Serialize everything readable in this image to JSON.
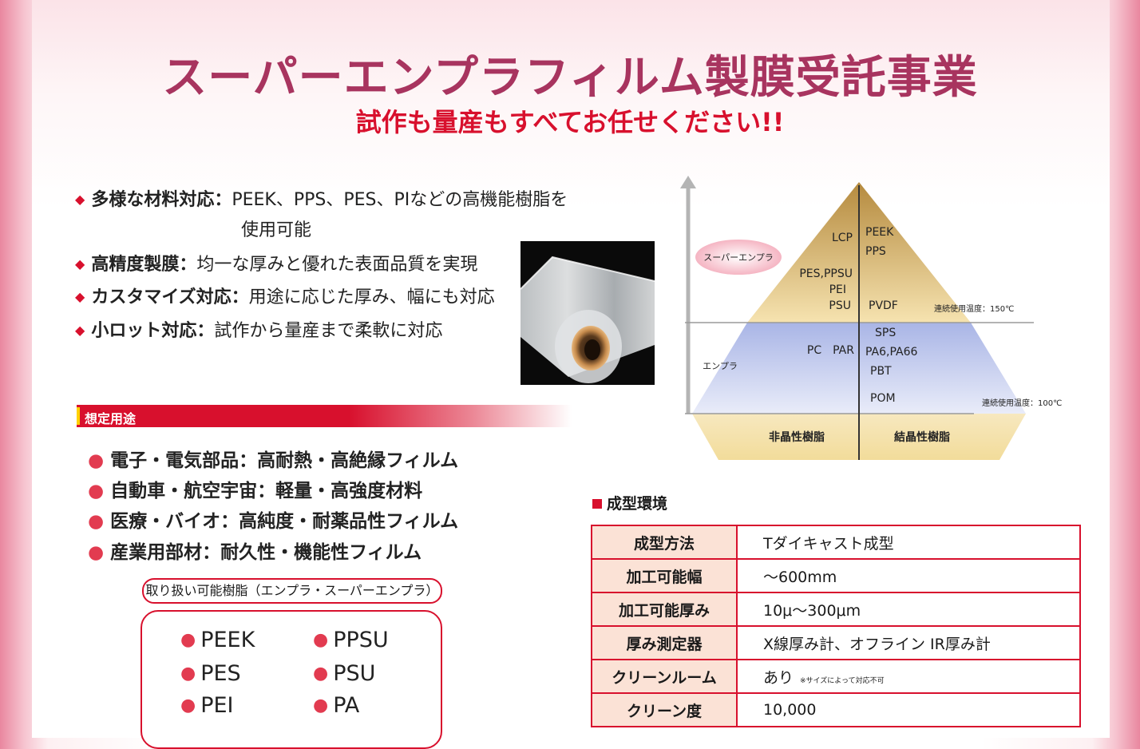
{
  "header": {
    "title": "スーパーエンプラフィルム製膜受託事業",
    "subtitle": "試作も量産もすべてお任せください!!"
  },
  "features": [
    {
      "label": "多様な材料対応：",
      "text": "PEEK、PPS、PES、PIなどの高機能樹脂を",
      "text2": "使用可能"
    },
    {
      "label": "高精度製膜：",
      "text": "均一な厚みと優れた表面品質を実現"
    },
    {
      "label": "カスタマイズ対応：",
      "text": "用途に応じた厚み、幅にも対応"
    },
    {
      "label": "小ロット対応：",
      "text": "試作から量産まで柔軟に対応"
    }
  ],
  "applications": {
    "heading": "想定用途",
    "items": [
      "電子・電気部品：高耐熱・高絶縁フィルム",
      "自動車・航空宇宙：軽量・高強度材料",
      "医療・バイオ：高純度・耐薬品性フィルム",
      "産業用部材：耐久性・機能性フィルム"
    ]
  },
  "resins": {
    "heading": "取り扱い可能樹脂（エンプラ・スーパーエンプラ）",
    "items": [
      "PEEK",
      "PPSU",
      "PES",
      "PSU",
      "PEI",
      "PA"
    ]
  },
  "pyramid": {
    "tier_super": "スーパーエンプラ",
    "tier_engi": "エンプラ",
    "temp_150": "連続使用温度：150℃",
    "temp_100": "連続使用温度：100℃",
    "amorphous": "非晶性樹脂",
    "crystalline": "結晶性樹脂",
    "top_left": [
      "LCP",
      "PES,PPSU",
      "PEI",
      "PSU"
    ],
    "top_right": [
      "PEEK",
      "PPS",
      "PVDF"
    ],
    "mid_left": "PC　PAR",
    "mid_right": [
      "SPS",
      "PA6,PA66",
      "PBT",
      "POM"
    ]
  },
  "environment": {
    "heading": "成型環境",
    "rows": [
      {
        "key": "成型方法",
        "value": "Tダイキャスト成型"
      },
      {
        "key": "加工可能幅",
        "value": "～600mm"
      },
      {
        "key": "加工可能厚み",
        "value": "10μ～300μm"
      },
      {
        "key": "厚み測定器",
        "value": "X線厚み計、オフライン IR厚み計"
      },
      {
        "key": "クリーンルーム",
        "value": "あり",
        "note": "※サイズによって対応不可"
      },
      {
        "key": "クリーン度",
        "value": "10,000"
      }
    ]
  },
  "colors": {
    "accent": "#d8102d",
    "title": "#a8345f",
    "table_key_bg": "#fbe2d6"
  }
}
